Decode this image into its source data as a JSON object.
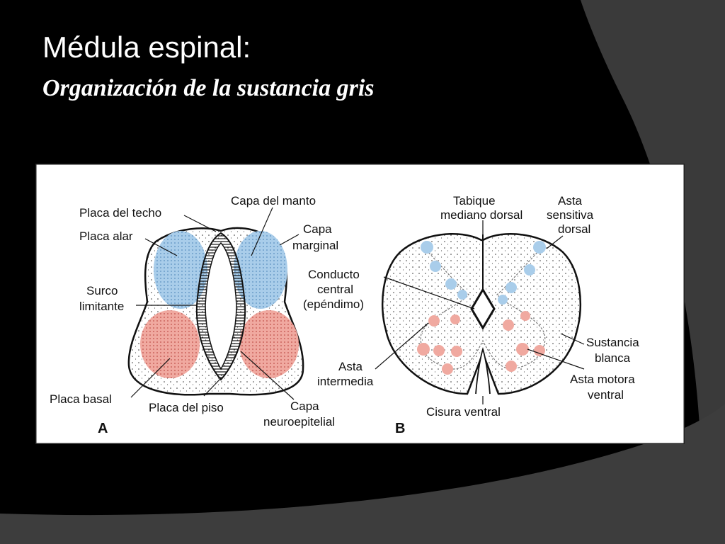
{
  "slide": {
    "title": "Médula espinal:",
    "subtitle": "Organización de la sustancia gris"
  },
  "diagram_a": {
    "panel_letter": "A",
    "labels": {
      "placa_techo": "Placa del techo",
      "capa_manto": "Capa del manto",
      "placa_alar": "Placa alar",
      "capa_marginal_1": "Capa",
      "capa_marginal_2": "marginal",
      "surco_1": "Surco",
      "surco_2": "limitante",
      "placa_basal": "Placa basal",
      "placa_piso": "Placa del piso",
      "neuro_1": "Capa",
      "neuro_2": "neuroepitelial"
    }
  },
  "diagram_b": {
    "panel_letter": "B",
    "labels": {
      "tabique_1": "Tabique",
      "tabique_2": "mediano dorsal",
      "asta_sens_1": "Asta",
      "asta_sens_2": "sensitiva",
      "asta_sens_3": "dorsal",
      "conducto_1": "Conducto",
      "conducto_2": "central",
      "conducto_3": "(epéndimo)",
      "sustancia_1": "Sustancia",
      "sustancia_2": "blanca",
      "intermedia_1": "Asta",
      "intermedia_2": "intermedia",
      "motora_1": "Asta motora",
      "motora_2": "ventral",
      "cisura": "Cisura ventral"
    }
  },
  "colors": {
    "background": "#000000",
    "swoosh": "#3a3a3a",
    "figure_bg": "#ffffff",
    "alar_blue": "#a9cdea",
    "basal_red": "#f0a9a0",
    "line": "#111111"
  }
}
